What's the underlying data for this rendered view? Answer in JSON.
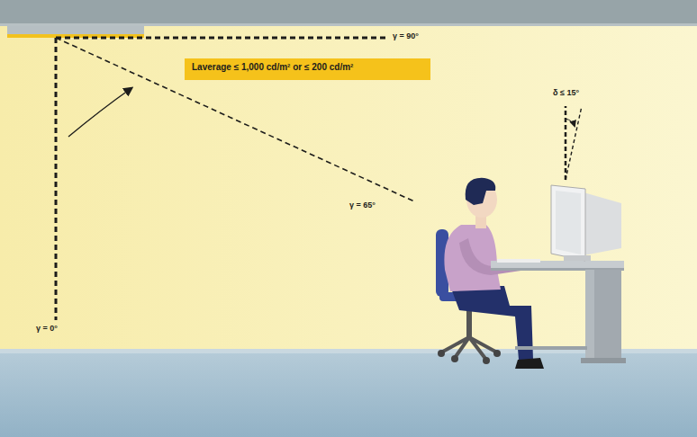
{
  "diagram": {
    "nodes": [
      {
        "text": [
          "Laverage ≤ 1,000 cd/m² or ≤ 200 cd/m²"
        ]
      }
    ],
    "labels": [
      "γ = 90°",
      "γ = 65°",
      "γ = 0°",
      "δ ≤ 15°"
    ]
  }
}
